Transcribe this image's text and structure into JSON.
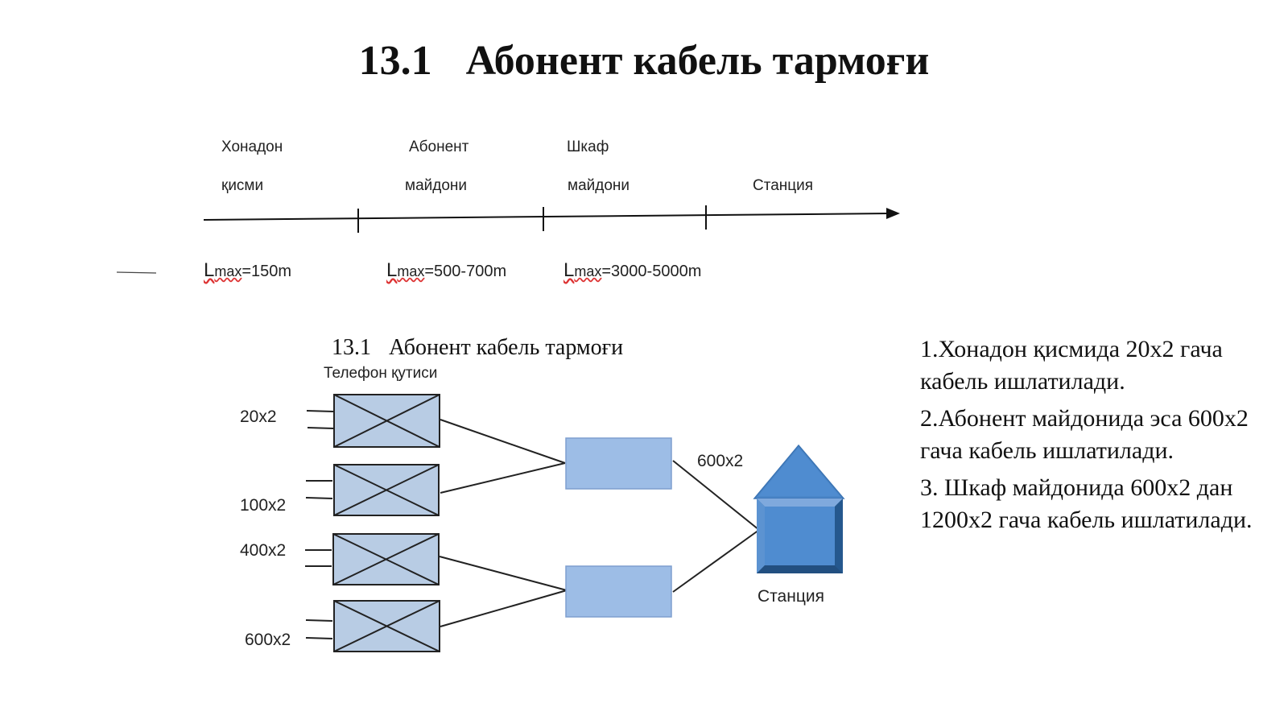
{
  "title": {
    "number": "13.1",
    "text": "Абонент кабель тармоғи"
  },
  "timeline": {
    "segments": [
      {
        "line1": "Хонадон",
        "line2": "қисми"
      },
      {
        "line1": "Абонент",
        "line2": "майдони"
      },
      {
        "line1": "Шкаф",
        "line2": "майдони"
      },
      {
        "line1": "",
        "line2": "Станция"
      }
    ],
    "lengths": [
      {
        "L": "L",
        "sub": "max",
        "value": "=150m"
      },
      {
        "L": "L",
        "sub": "max",
        "value": "=500-700m"
      },
      {
        "L": "L",
        "sub": "max",
        "value": "=3000-5000m"
      }
    ]
  },
  "diagram": {
    "subtitle": {
      "number": "13.1",
      "text": "Абонент кабель тармоғи"
    },
    "box_caption": "Телефон қутиси",
    "capacities": [
      "20x2",
      "100x2",
      "400x2",
      "600x2"
    ],
    "trunk_label": "600x2",
    "station_label": "Станция",
    "colors": {
      "box_fill": "#b8cce4",
      "box_stroke": "#7f9fcf",
      "cabinet_fill": "#9dbde6",
      "station_fill": "#4a86c8",
      "station_dark": "#2f6aa8"
    }
  },
  "notes": [
    "1.Хонадон қисмида 20х2 гача кабель ишлатилади.",
    "2.Абонент майдонида эса 600х2 гача кабель ишлатилади.",
    "3. Шкаф майдонида 600х2 дан 1200х2 гача кабель ишлатилади."
  ]
}
